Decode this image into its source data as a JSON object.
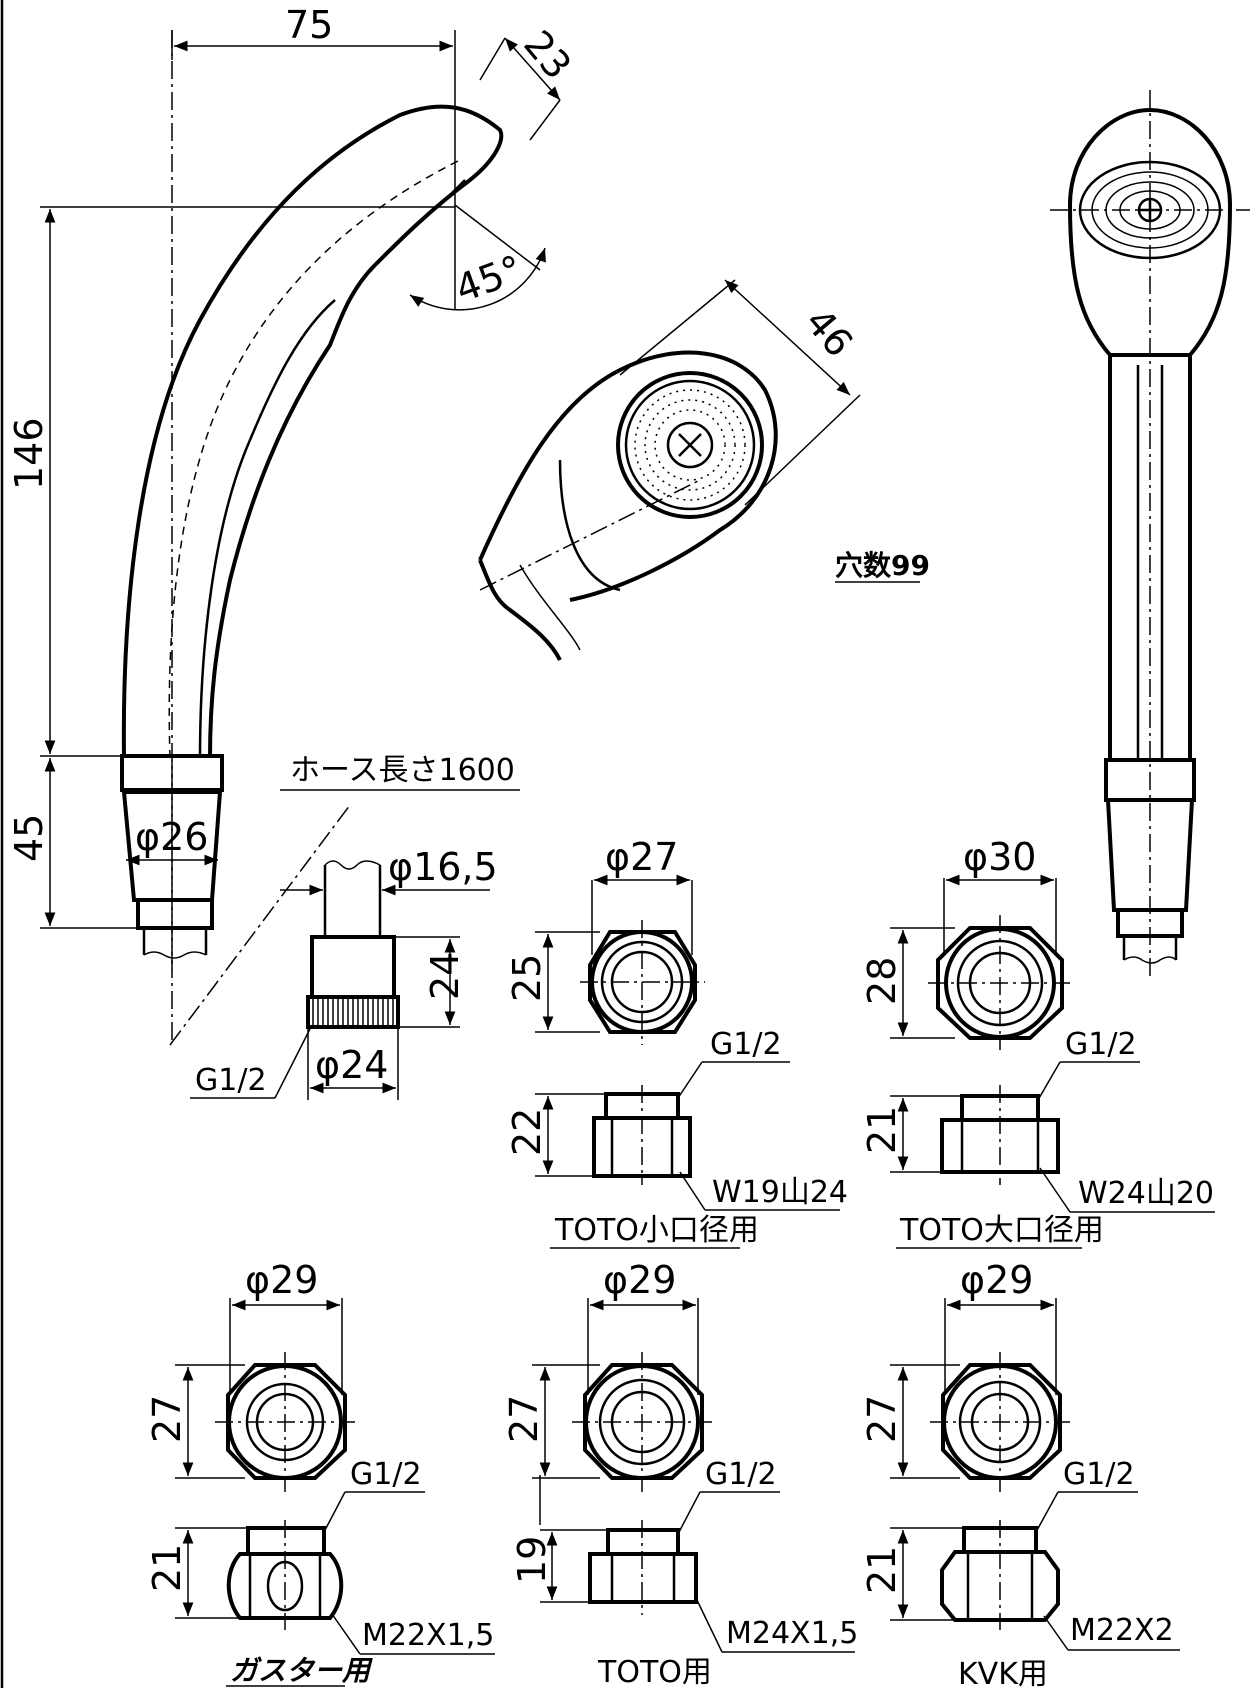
{
  "dimensions": {
    "head_width": "75",
    "head_depth": "23",
    "angle": "45°",
    "body_length": "146",
    "grip_length": "45",
    "grip_dia": "φ26",
    "face_dia": "46",
    "hose_dia": "φ16,5",
    "nut_height": "24",
    "nut_dia": "φ24",
    "nut_thread": "G1/2"
  },
  "notes": {
    "holes": "穴数99",
    "hose_length": "ホース長さ1600"
  },
  "adapters": [
    {
      "dia": "φ27",
      "height_top": "25",
      "thread": "G1/2",
      "height_side": "22",
      "spec": "W19山24",
      "caption": "TOTO小口径用"
    },
    {
      "dia": "φ30",
      "height_top": "28",
      "thread": "G1/2",
      "height_side": "21",
      "spec": "W24山20",
      "caption": "TOTO大口径用"
    },
    {
      "dia": "φ29",
      "height_top": "27",
      "thread": "G1/2",
      "height_side": "21",
      "spec": "M22X1,5",
      "caption": "ガスター用"
    },
    {
      "dia": "φ29",
      "height_top": "27",
      "thread": "G1/2",
      "height_side": "19",
      "spec": "M24X1,5",
      "caption": "TOTO用"
    },
    {
      "dia": "φ29",
      "height_top": "27",
      "thread": "G1/2",
      "height_side": "21",
      "spec": "M22X2",
      "caption": "KVK用"
    }
  ]
}
